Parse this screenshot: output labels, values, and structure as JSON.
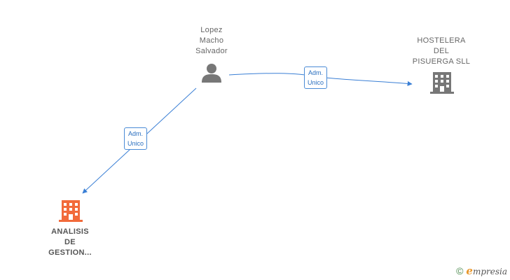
{
  "nodes": {
    "person": {
      "label_lines": [
        "Lopez",
        "Macho",
        "Salvador"
      ],
      "icon": "person-icon"
    },
    "company_top": {
      "label_lines": [
        "HOSTELERA",
        "DEL",
        "PISUERGA SLL"
      ],
      "icon": "building-icon"
    },
    "company_main": {
      "label_lines": [
        "ANALISIS",
        "DE",
        "GESTION..."
      ],
      "icon": "building-icon"
    }
  },
  "edges": {
    "to_top": {
      "label_lines": [
        "Adm.",
        "Unico"
      ]
    },
    "to_main": {
      "label_lines": [
        "Adm.",
        "Unico"
      ]
    }
  },
  "footer": {
    "copyright": "©",
    "brand_initial": "e",
    "brand_rest": "mpresia"
  },
  "colors": {
    "edge": "#3a7fd5",
    "main_company": "#f26a3a",
    "node_icon": "#777777"
  }
}
